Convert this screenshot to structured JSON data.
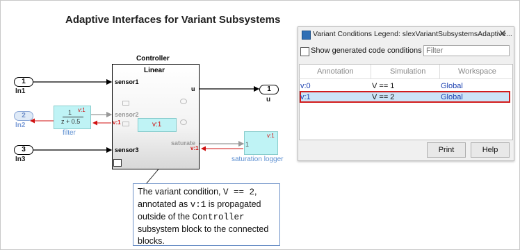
{
  "model": {
    "title": "Adaptive Interfaces for Variant Subsystems",
    "inports": [
      {
        "num": "1",
        "label": "In1"
      },
      {
        "num": "2",
        "label": "In2"
      },
      {
        "num": "3",
        "label": "In3"
      }
    ],
    "outport": {
      "num": "1",
      "label": "u"
    },
    "controller": {
      "title": "Controller",
      "subtitle": "Linear",
      "in_ports": [
        "sensor1",
        "sensor2",
        "sensor3"
      ],
      "out_ports": [
        "u",
        "saturate"
      ],
      "inner_variant_label": "v:1"
    },
    "filter": {
      "label": "filter",
      "tf_num": "1",
      "tf_den": "z + 0.5",
      "variant_tag": "v:1"
    },
    "saturation_logger": {
      "label": "saturation logger",
      "input_num": "1",
      "variant_tag": "v:1"
    },
    "variant_tags": {
      "sensor2": "v:1",
      "saturate": "v:1"
    }
  },
  "callout": {
    "line1_pre": "The variant condition, ",
    "code1": "V == 2",
    "line1_post": ",",
    "line2_pre": "annotated as ",
    "code2": "v:1",
    "line2_post": " is propagated",
    "line3_pre": "outside of the ",
    "code3": "Controller",
    "line4": "subsystem block to the connected",
    "line5": "blocks."
  },
  "dialog": {
    "title": "Variant Conditions Legend: slexVariantSubsystemsAdaptive...",
    "show_code_label": "Show generated code conditions",
    "filter_placeholder": "Filter",
    "columns": [
      "Annotation",
      "Simulation",
      "Workspace"
    ],
    "rows": [
      {
        "annotation": "v:0",
        "simulation": "V == 1",
        "workspace": "Global"
      },
      {
        "annotation": "v:1",
        "simulation": "V == 2",
        "workspace": "Global"
      }
    ],
    "print_label": "Print",
    "help_label": "Help"
  },
  "colors": {
    "variant_red": "#d01010",
    "block_cyan": "#bff3f5",
    "highlight": "#d21b1b"
  }
}
